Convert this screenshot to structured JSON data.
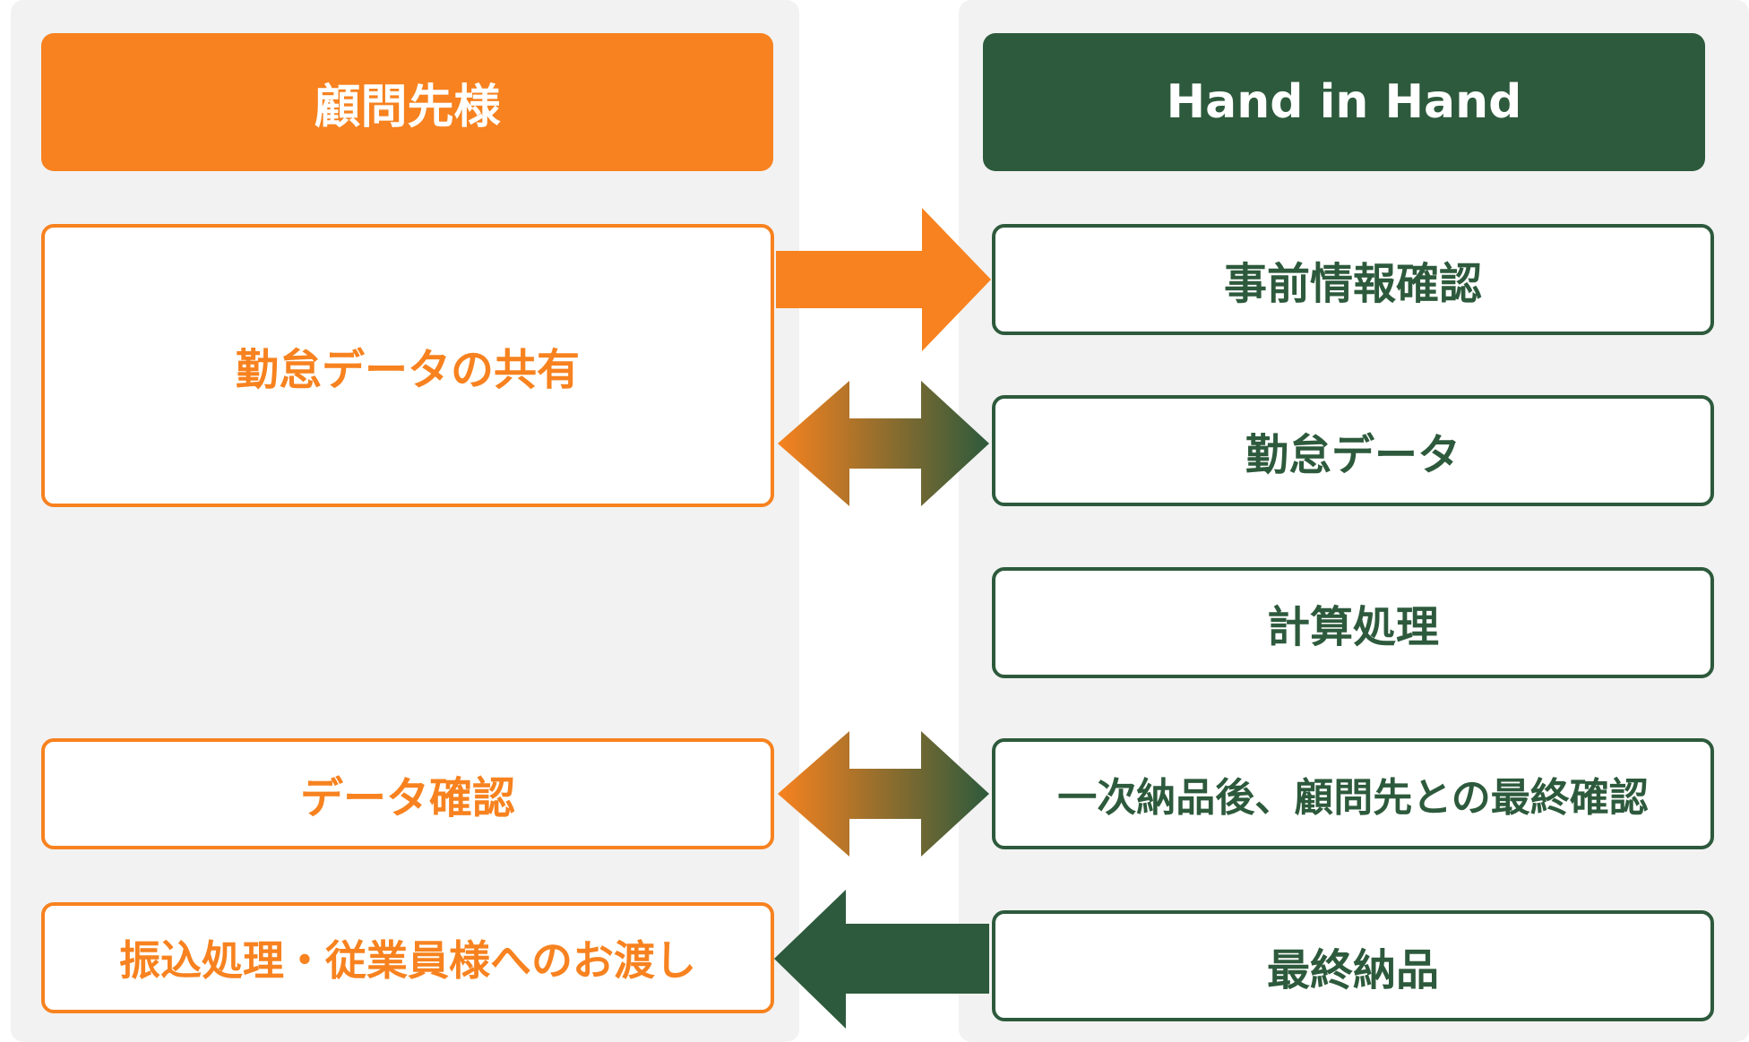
{
  "colors": {
    "orange": "#f7821f",
    "green": "#2d5a3c",
    "panel": "#f2f2f2"
  },
  "client": {
    "header": "顧問先様",
    "steps": [
      "勤怠データの共有",
      "データ確認",
      "振込処理・従業員様へのお渡し"
    ]
  },
  "hih": {
    "header": "Hand in Hand",
    "steps": [
      "事前情報確認",
      "勤怠データ",
      "計算処理",
      "一次納品後、顧問先との最終確認",
      "最終納品"
    ]
  },
  "arrows": [
    {
      "from": "client",
      "to": "hih",
      "type": "right-arrow"
    },
    {
      "from": "both",
      "to": "both",
      "type": "double-arrow"
    },
    {
      "from": "both",
      "to": "both",
      "type": "double-arrow"
    },
    {
      "from": "hih",
      "to": "client",
      "type": "left-arrow"
    }
  ]
}
